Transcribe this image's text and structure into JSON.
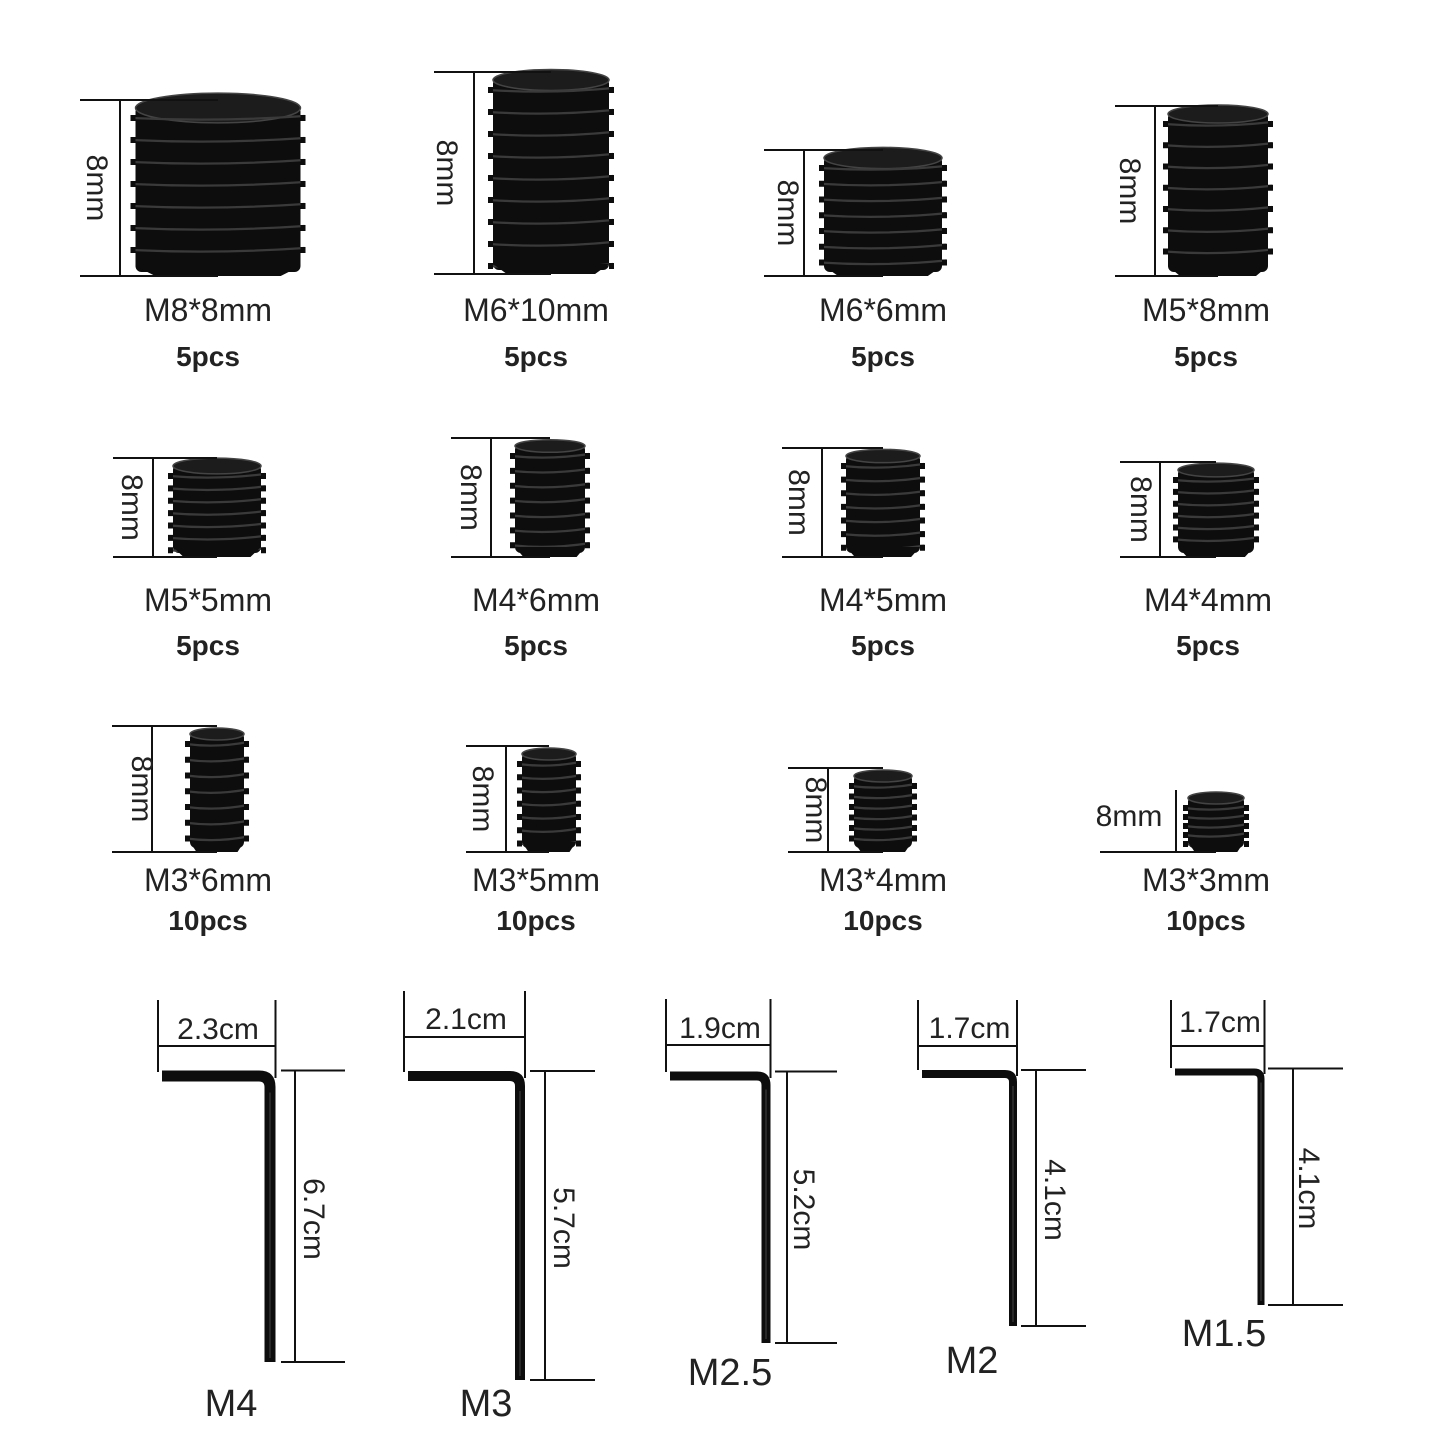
{
  "screws": [
    {
      "size": "M8*8mm",
      "qty": "5pcs",
      "height": "8mm"
    },
    {
      "size": "M6*10mm",
      "qty": "5pcs",
      "height": "8mm"
    },
    {
      "size": "M6*6mm",
      "qty": "5pcs",
      "height": "8mm"
    },
    {
      "size": "M5*8mm",
      "qty": "5pcs",
      "height": "8mm"
    },
    {
      "size": "M5*5mm",
      "qty": "5pcs",
      "height": "8mm"
    },
    {
      "size": "M4*6mm",
      "qty": "5pcs",
      "height": "8mm"
    },
    {
      "size": "M4*5mm",
      "qty": "5pcs",
      "height": "8mm"
    },
    {
      "size": "M4*4mm",
      "qty": "5pcs",
      "height": "8mm"
    },
    {
      "size": "M3*6mm",
      "qty": "10pcs",
      "height": "8mm"
    },
    {
      "size": "M3*5mm",
      "qty": "10pcs",
      "height": "8mm"
    },
    {
      "size": "M3*4mm",
      "qty": "10pcs",
      "height": "8mm"
    },
    {
      "size": "M3*3mm",
      "qty": "10pcs",
      "height": "8mm"
    }
  ],
  "keys": [
    {
      "name": "M4",
      "width": "2.3cm",
      "length": "6.7cm"
    },
    {
      "name": "M3",
      "width": "2.1cm",
      "length": "5.7cm"
    },
    {
      "name": "M2.5",
      "width": "1.9cm",
      "length": "5.2cm"
    },
    {
      "name": "M2",
      "width": "1.7cm",
      "length": "4.1cm"
    },
    {
      "name": "M1.5",
      "width": "1.7cm",
      "length": "4.1cm"
    }
  ],
  "colors": {
    "metal": "#0d0d0d",
    "thread_highlight": "#3a3a3a",
    "ink": "#222222"
  }
}
